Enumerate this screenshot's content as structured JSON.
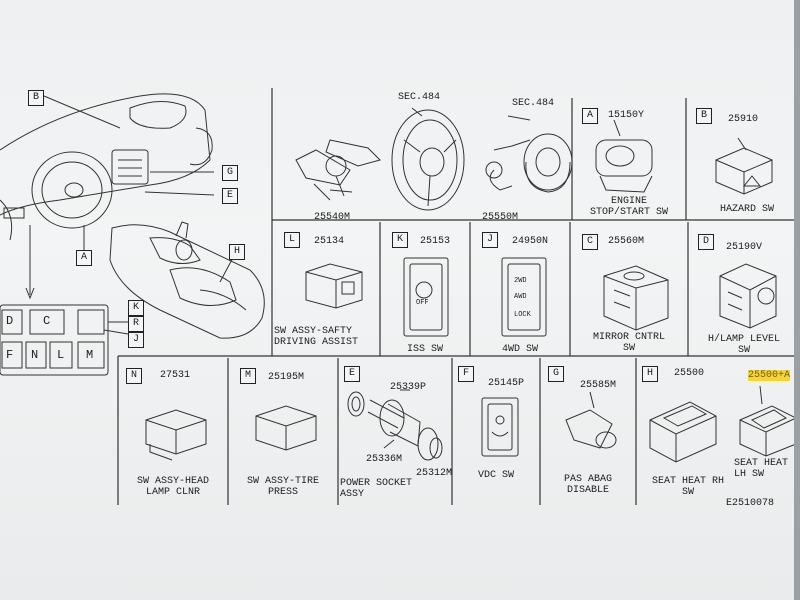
{
  "diagram": {
    "drawing_code": "E2510078",
    "overview": {
      "callouts": [
        "B",
        "G",
        "E",
        "A",
        "H"
      ],
      "switch_panel_keys": {
        "row1": [
          "D",
          "C",
          "K",
          "R"
        ],
        "row2": [
          "F",
          "N",
          "L",
          "M",
          "J"
        ]
      }
    },
    "cells": [
      {
        "letter": "",
        "parts": [
          {
            "num": "SEC.484",
            "name": ""
          }
        ],
        "parts2": "25540M"
      },
      {
        "letter": "",
        "parts": [
          {
            "num": "SEC.484",
            "name": ""
          }
        ],
        "parts2": "25550M"
      },
      {
        "letter": "A",
        "parts": [
          {
            "num": "15150Y",
            "name": "ENGINE\nSTOP/START SW"
          }
        ]
      },
      {
        "letter": "B",
        "parts": [
          {
            "num": "25910",
            "name": "HAZARD SW"
          }
        ]
      },
      {
        "letter": "L",
        "parts": [
          {
            "num": "25134",
            "name": "SW ASSY-SAFTY\nDRIVING ASSIST"
          }
        ]
      },
      {
        "letter": "K",
        "parts": [
          {
            "num": "25153",
            "name": "ISS SW"
          }
        ]
      },
      {
        "letter": "J",
        "parts": [
          {
            "num": "24950N",
            "name": "4WD SW"
          }
        ]
      },
      {
        "letter": "C",
        "parts": [
          {
            "num": "25560M",
            "name": "MIRROR CNTRL\nSW"
          }
        ]
      },
      {
        "letter": "D",
        "parts": [
          {
            "num": "25190V",
            "name": "H/LAMP LEVEL\nSW"
          }
        ]
      },
      {
        "letter": "N",
        "parts": [
          {
            "num": "27531",
            "name": "SW ASSY-HEAD\nLAMP CLNR"
          }
        ]
      },
      {
        "letter": "M",
        "parts": [
          {
            "num": "25195M",
            "name": "SW ASSY-TIRE\nPRESS"
          }
        ]
      },
      {
        "letter": "E",
        "parts": [
          {
            "num": "25339P",
            "name": ""
          },
          {
            "num": "25336M",
            "name": ""
          },
          {
            "num": "25312M",
            "name": "POWER SOCKET\nASSY"
          }
        ]
      },
      {
        "letter": "F",
        "parts": [
          {
            "num": "25145P",
            "name": "VDC SW"
          }
        ]
      },
      {
        "letter": "G",
        "parts": [
          {
            "num": "25585M",
            "name": "PAS ABAG\nDISABLE"
          }
        ]
      },
      {
        "letter": "H",
        "parts": [
          {
            "num": "25500",
            "name": "SEAT HEAT RH\nSW"
          },
          {
            "num": "25500+A",
            "name": "SEAT HEAT\nLH SW"
          }
        ]
      }
    ],
    "switch_text": {
      "iss_off": "OFF",
      "fourwd_modes": [
        "2WD",
        "AWD",
        "LOCK"
      ]
    },
    "colors": {
      "paper": "#eef0f1",
      "ink": "#1c1c1c",
      "highlight": "#f3d43a"
    }
  }
}
